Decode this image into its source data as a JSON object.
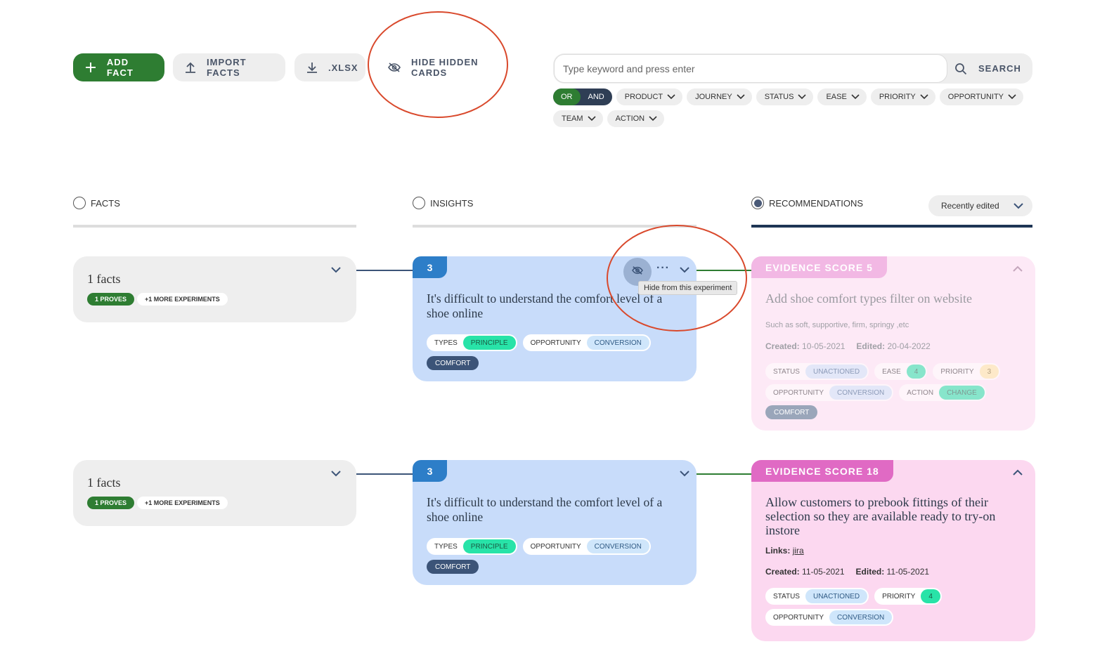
{
  "toolbar": {
    "add_fact": "ADD FACT",
    "import_facts": "IMPORT FACTS",
    "export_xlsx": ".XLSX",
    "hide_hidden_cards": "HIDE HIDDEN CARDS"
  },
  "search": {
    "placeholder": "Type keyword and press enter",
    "button": "SEARCH"
  },
  "filters": {
    "toggle_or": "OR",
    "toggle_and": "AND",
    "items": [
      "PRODUCT",
      "JOURNEY",
      "STATUS",
      "EASE",
      "PRIORITY",
      "OPPORTUNITY",
      "TEAM",
      "ACTION"
    ]
  },
  "columns": {
    "facts": "FACTS",
    "insights": "INSIGHTS",
    "recommendations": "RECOMMENDATIONS",
    "sort": "Recently edited"
  },
  "rows": [
    {
      "fact": {
        "title": "1 facts",
        "proves": "1 PROVES",
        "more": "+1 MORE EXPERIMENTS"
      },
      "insight": {
        "number": "3",
        "text": "It's difficult to understand the comfort level of a shoe online",
        "types_label": "TYPES",
        "types_value": "PRINCIPLE",
        "opportunity_label": "OPPORTUNITY",
        "opportunity_value": "CONVERSION",
        "tag": "COMFORT",
        "more": "···",
        "tooltip": "Hide from this experiment"
      },
      "recommendation": {
        "score": "EVIDENCE SCORE 5",
        "title": "Add shoe comfort types filter on website",
        "subtitle": "Such as soft, supportive, firm, springy ,etc",
        "created_label": "Created:",
        "created": "10-05-2021",
        "edited_label": "Edited:",
        "edited": "20-04-2022",
        "status_label": "STATUS",
        "status_value": "UNACTIONED",
        "ease_label": "EASE",
        "ease_value": "4",
        "priority_label": "PRIORITY",
        "priority_value": "3",
        "opportunity_label": "OPPORTUNITY",
        "opportunity_value": "CONVERSION",
        "action_label": "ACTION",
        "action_value": "CHANGE",
        "tag": "COMFORT"
      }
    },
    {
      "fact": {
        "title": "1 facts",
        "proves": "1 PROVES",
        "more": "+1 MORE EXPERIMENTS"
      },
      "insight": {
        "number": "3",
        "text": "It's difficult to understand the comfort level of a shoe online",
        "types_label": "TYPES",
        "types_value": "PRINCIPLE",
        "opportunity_label": "OPPORTUNITY",
        "opportunity_value": "CONVERSION",
        "tag": "COMFORT"
      },
      "recommendation": {
        "score": "EVIDENCE SCORE 18",
        "title": "Allow customers to prebook fittings of their selection so they are available ready to try-on instore",
        "links_label": "Links:",
        "link": "jira",
        "created_label": "Created:",
        "created": "11-05-2021",
        "edited_label": "Edited:",
        "edited": "11-05-2021",
        "status_label": "STATUS",
        "status_value": "UNACTIONED",
        "priority_label": "PRIORITY",
        "priority_value": "4",
        "opportunity_label": "OPPORTUNITY",
        "opportunity_value": "CONVERSION"
      }
    }
  ],
  "colors": {
    "primary_green": "#2e7d32",
    "navy": "#1e3555",
    "insight_bg": "#c8dcfa",
    "recommendation_bg": "#fcd8f0",
    "annotation_red": "#d9492c"
  }
}
